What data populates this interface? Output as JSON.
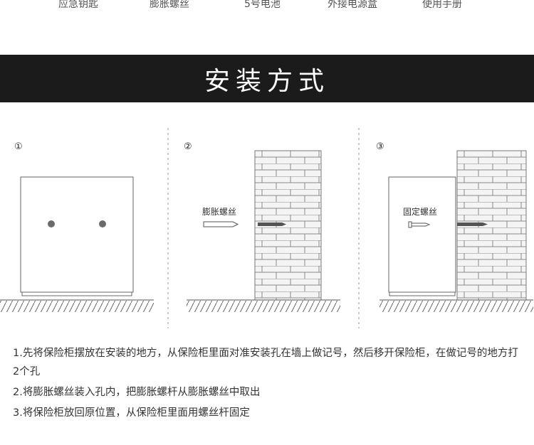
{
  "top_labels": [
    "应急钥匙",
    "膨胀螺丝",
    "5号电池",
    "外接电源盒",
    "使用手册"
  ],
  "banner": {
    "title": "安装方式"
  },
  "steps": [
    {
      "number": "①"
    },
    {
      "number": "②",
      "part_label": "膨胀螺丝"
    },
    {
      "number": "③",
      "part_label": "固定螺丝"
    }
  ],
  "instructions": [
    "1.先将保险柜摆放在安装的地方，从保险柜里面对准安装孔在墙上做记号，然后移开保险柜，在做记号的地方打2个孔",
    "2.将膨胀螺丝装入孔内，把膨胀螺杆从膨胀螺丝中取出",
    "3.将保险柜放回原位置，从保险柜里面用螺丝杆固定"
  ]
}
